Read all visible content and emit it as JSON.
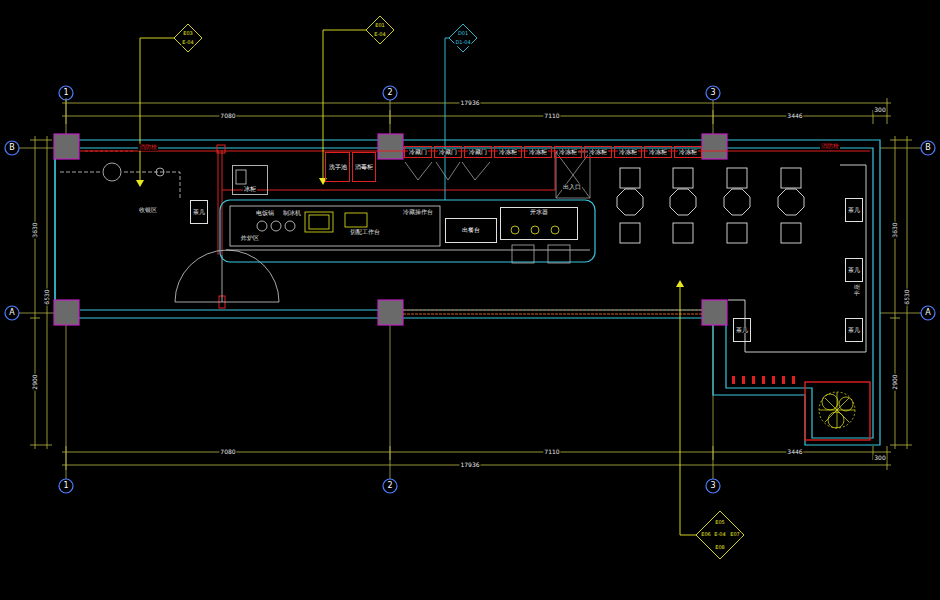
{
  "diagram": {
    "nodes": [
      {
        "text": [
          "洗手池"
        ]
      },
      {
        "text": [
          "消毒柜"
        ]
      },
      {
        "text": [
          "冷藏门"
        ]
      },
      {
        "text": [
          "冷藏门"
        ]
      },
      {
        "text": [
          "冷藏门"
        ]
      },
      {
        "text": [
          "冷冻柜"
        ]
      },
      {
        "text": [
          "冷冻柜"
        ]
      },
      {
        "text": [
          "冷冻柜"
        ]
      },
      {
        "text": [
          "冷冻柜"
        ]
      },
      {
        "text": [
          "冷冻柜"
        ]
      },
      {
        "text": [
          "冷冻柜"
        ]
      },
      {
        "text": [
          "冷冻柜"
        ]
      },
      {
        "text": [
          "冰柜"
        ]
      },
      {
        "text": [
          "茶几"
        ]
      },
      {
        "text": [
          "出餐台"
        ]
      },
      {
        "text": [
          "开水器"
        ]
      },
      {
        "text": [
          "茶几"
        ]
      },
      {
        "text": [
          "茶几"
        ]
      },
      {
        "text": [
          "茶几"
        ]
      },
      {
        "text": [
          "茶几"
        ]
      }
    ],
    "labels": [
      "1",
      "2",
      "3",
      "1",
      "2",
      "3",
      "B",
      "A",
      "B",
      "A",
      "17936",
      "7080",
      "7110",
      "3446",
      "300",
      "7080",
      "7110",
      "3446",
      "300",
      "17936",
      "3630",
      "2900",
      "6530",
      "3630",
      "2900",
      "6530",
      "E03",
      "E-04",
      "E01",
      "E-04",
      "D01",
      "D1-04",
      "E05",
      "E06",
      "E-04",
      "E07",
      "E08",
      "消防栓",
      "收银区",
      "炸炉区",
      "电饭锅",
      "制冰机",
      "切配工作台",
      "冷藏操作台",
      "出入口",
      "卡座",
      "消防栓"
    ]
  }
}
